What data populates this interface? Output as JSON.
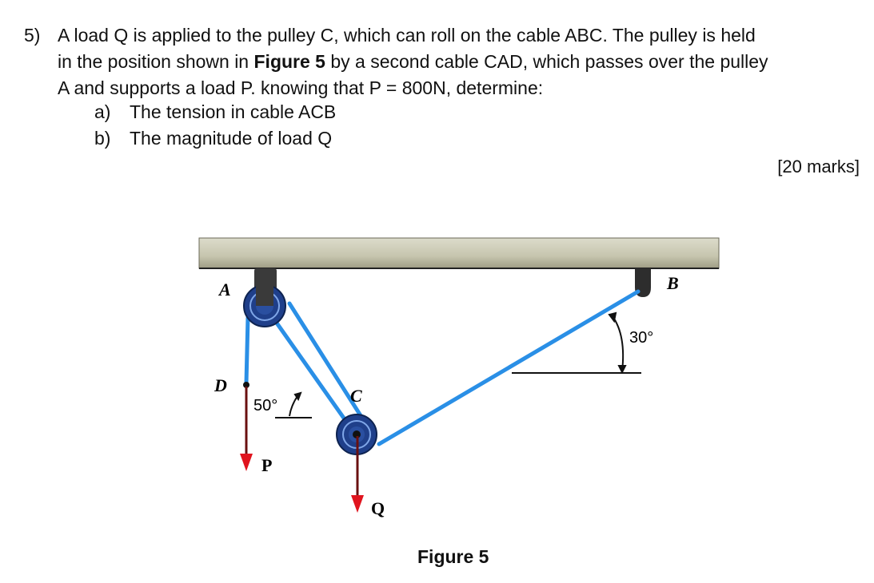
{
  "question": {
    "number": "5)",
    "line1": "A load Q is applied to the pulley C, which can roll on the cable ABC. The pulley is held",
    "line2_pre": "in the position shown in ",
    "line2_bold": "Figure 5",
    "line2_post": " by a second cable CAD, which passes over the pulley",
    "line3": "A and supports a load P. knowing that P = 800N, determine:",
    "parts": [
      {
        "label": "a)",
        "text": "The tension in cable ACB"
      },
      {
        "label": "b)",
        "text": "The magnitude of load Q"
      }
    ],
    "marks": "[20 marks]"
  },
  "figure": {
    "caption": "Figure 5",
    "labels": {
      "A": "A",
      "B": "B",
      "C": "C",
      "D": "D",
      "P": "P",
      "Q": "Q",
      "angle_left": "50°",
      "angle_right": "30°"
    },
    "colors": {
      "cable": "#2a8fe6",
      "force_arrow": "#e0141e",
      "force_shaft": "#6a1010",
      "pulley": "#1f3f8a",
      "support": "#3a3a3a",
      "beam": "#c9c8b2"
    }
  }
}
